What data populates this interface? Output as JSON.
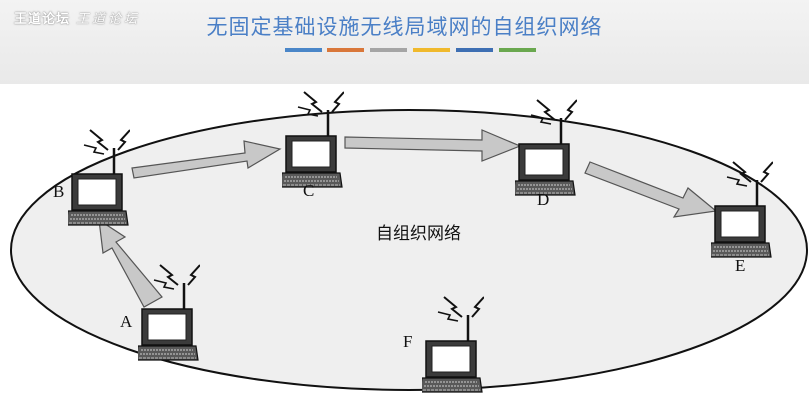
{
  "header": {
    "watermark": "王道论坛",
    "watermark_script": "王道论坛",
    "title": "无固定基础设施无线局域网的自组织网络",
    "color_bars": [
      "#4a86c8",
      "#d9773a",
      "#a5a5a5",
      "#f0b92c",
      "#3e6fb3",
      "#6aa84f"
    ]
  },
  "diagram": {
    "center_label": "自组织网络",
    "nodes": [
      {
        "id": "A",
        "label": "A"
      },
      {
        "id": "B",
        "label": "B"
      },
      {
        "id": "C",
        "label": "C"
      },
      {
        "id": "D",
        "label": "D"
      },
      {
        "id": "E",
        "label": "E"
      },
      {
        "id": "F",
        "label": "F"
      }
    ],
    "links": [
      {
        "from": "A",
        "to": "B"
      },
      {
        "from": "B",
        "to": "C"
      },
      {
        "from": "C",
        "to": "D"
      },
      {
        "from": "D",
        "to": "E"
      }
    ]
  }
}
